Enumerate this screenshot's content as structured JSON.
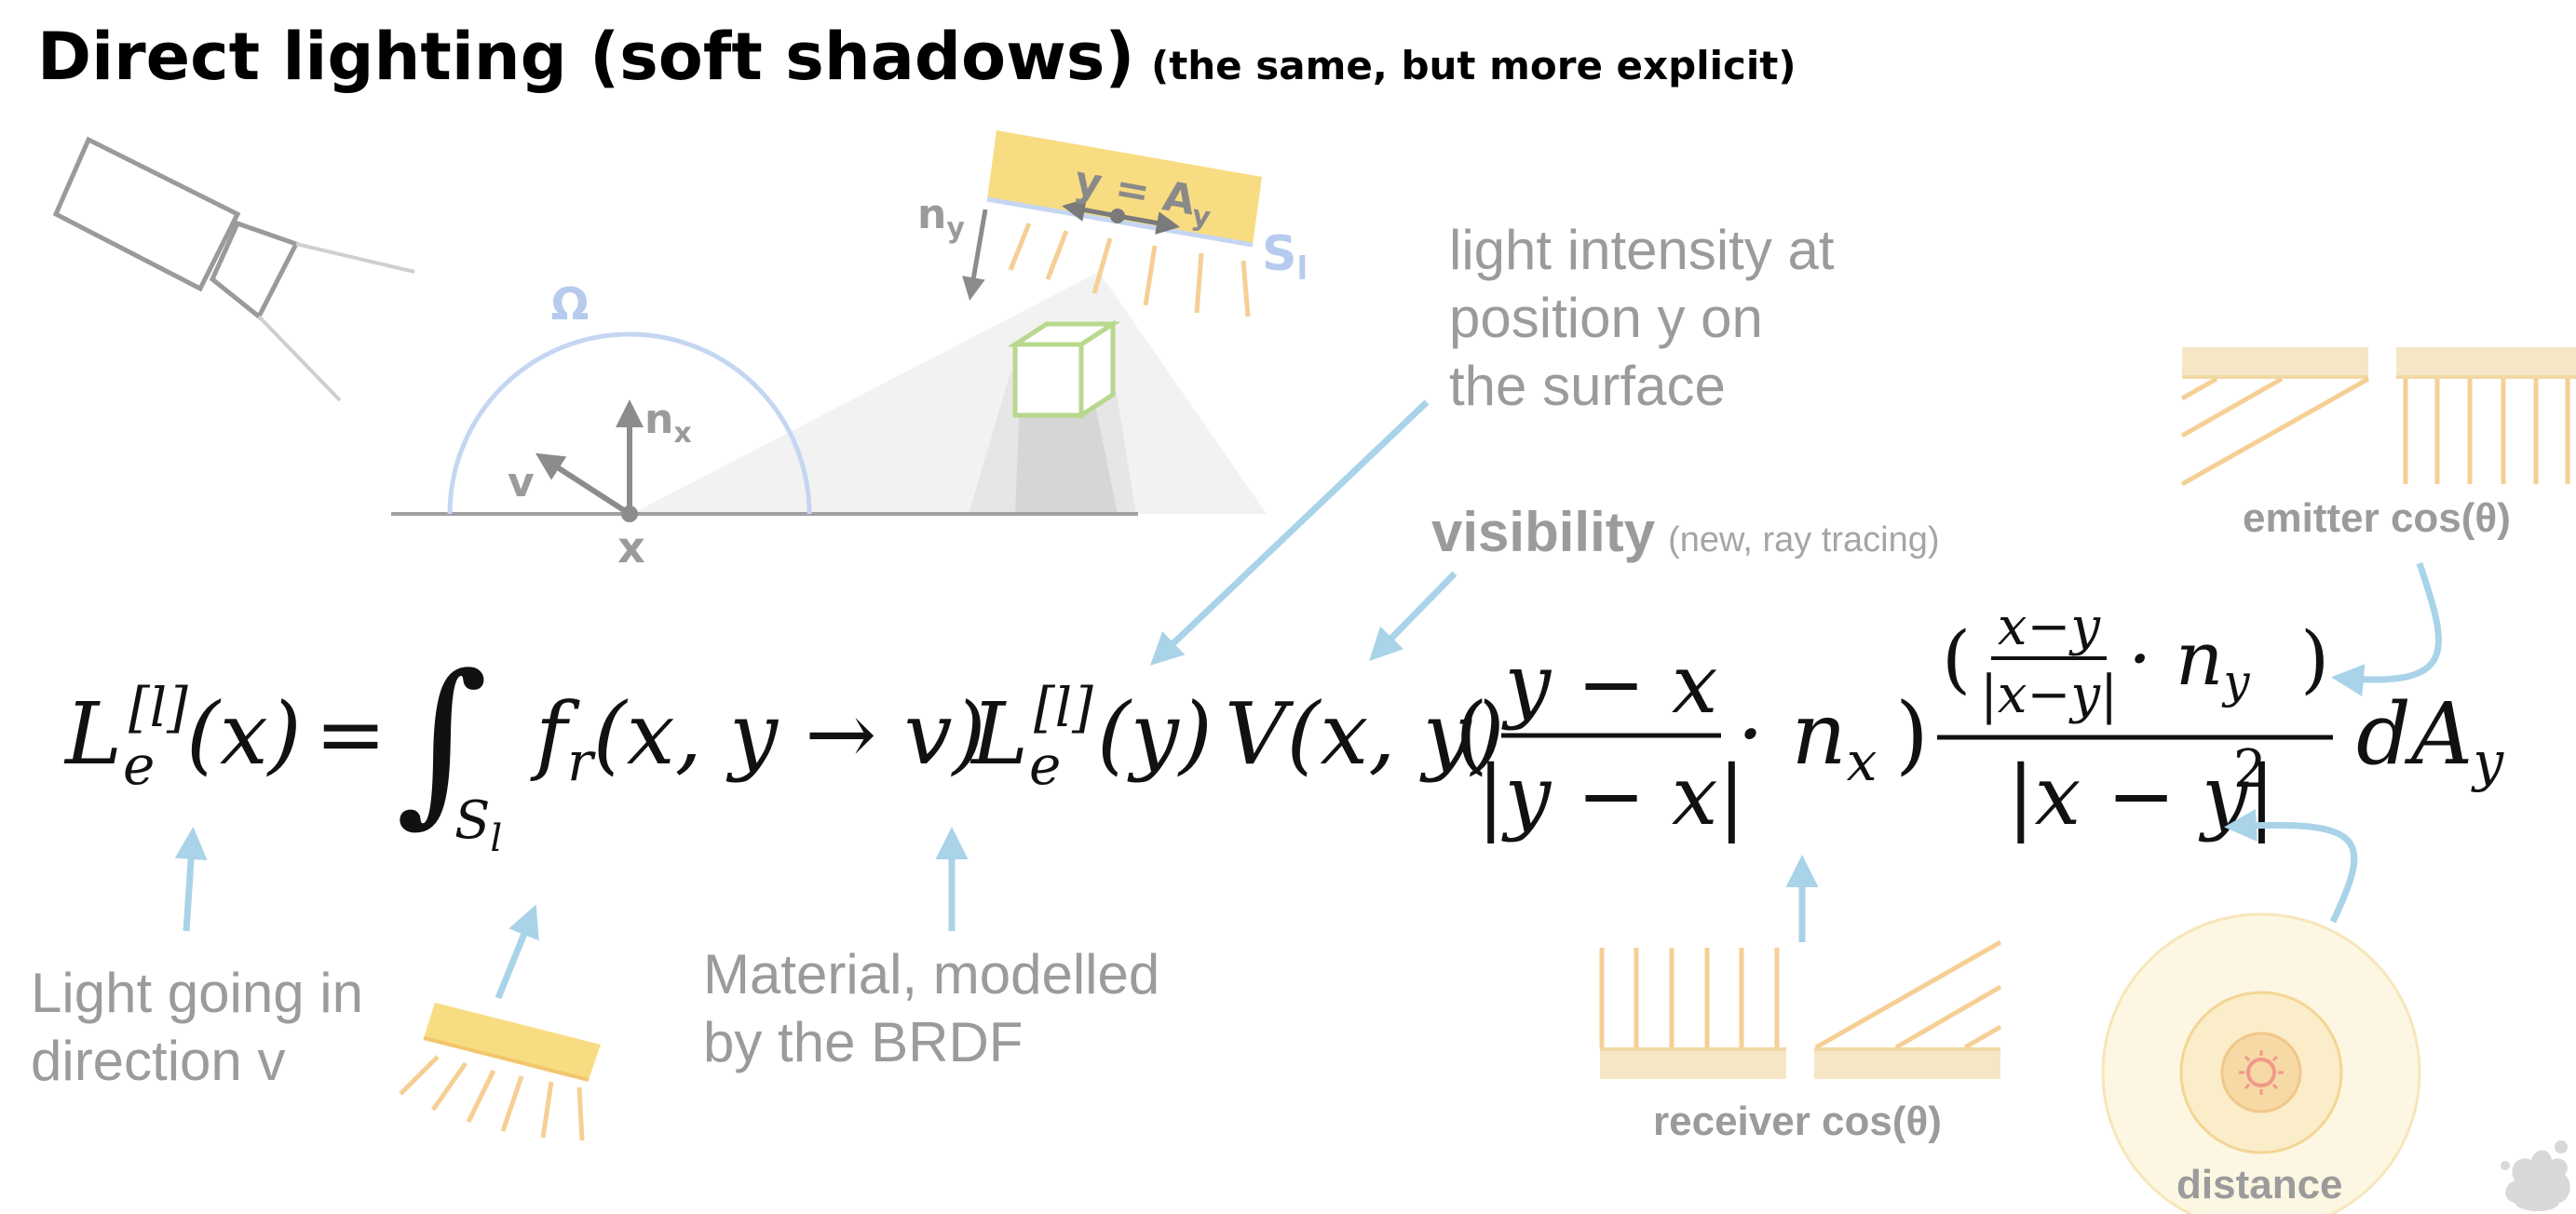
{
  "slide": {
    "title": "Direct lighting (soft shadows)",
    "subtitle": "(the same, but more explicit)"
  },
  "scene": {
    "omega_label": "Ω",
    "nx_label": "n",
    "nx_sub": "x",
    "v_label": "v",
    "x_label": "x",
    "ny_label": "n",
    "ny_sub": "y",
    "y_label": "y = A",
    "y_sub": "y",
    "sl_label": "S",
    "sl_sub": "l"
  },
  "equation": {
    "lhs_L": "L",
    "lhs_sup": "[l]",
    "lhs_sub": "e",
    "lhs_arg": "(x)",
    "equals": "=",
    "integral": "∫",
    "domain": "S",
    "domain_sub": "l",
    "brdf": "f",
    "brdf_sub": "r",
    "brdf_args": "(x, y → v)",
    "le_L": "L",
    "le_sup": "[l]",
    "le_sub": "e",
    "le_arg": "(y)",
    "vis": "V(x, y)",
    "open_paren": "(",
    "frac1_num": "y − x",
    "frac1_den": "|y − x|",
    "dot_nx": "· n",
    "nx_sub": "x",
    "close_paren": ")",
    "inner_open": "(",
    "inner_num": "x−y",
    "inner_den": "|x−y|",
    "dot_ny": "· n",
    "ny_sub": "y",
    "inner_close": ")",
    "den2": "|x − y|",
    "den2_sup": "2",
    "dA": "dA",
    "dA_sub": "y"
  },
  "annotations": {
    "light_intensity": [
      "light intensity at",
      "position y on",
      "the surface"
    ],
    "visibility": "visibility",
    "visibility_note": "(new, ray tracing)",
    "emitter_cos": "emitter cos(θ)",
    "light_going": [
      "Light going in",
      "direction v"
    ],
    "material": [
      "Material, modelled",
      "by the BRDF"
    ],
    "receiver_cos": "receiver cos(θ)",
    "distance": "distance"
  },
  "colors": {
    "arrow_blue": "#a9d3e8",
    "light_yellow": "#f8dc82",
    "ray_orange": "#f6cf95",
    "hemisphere_blue": "#c5d6f2",
    "cube_green": "#b8d88e",
    "grey_text": "#9b9b9b"
  }
}
